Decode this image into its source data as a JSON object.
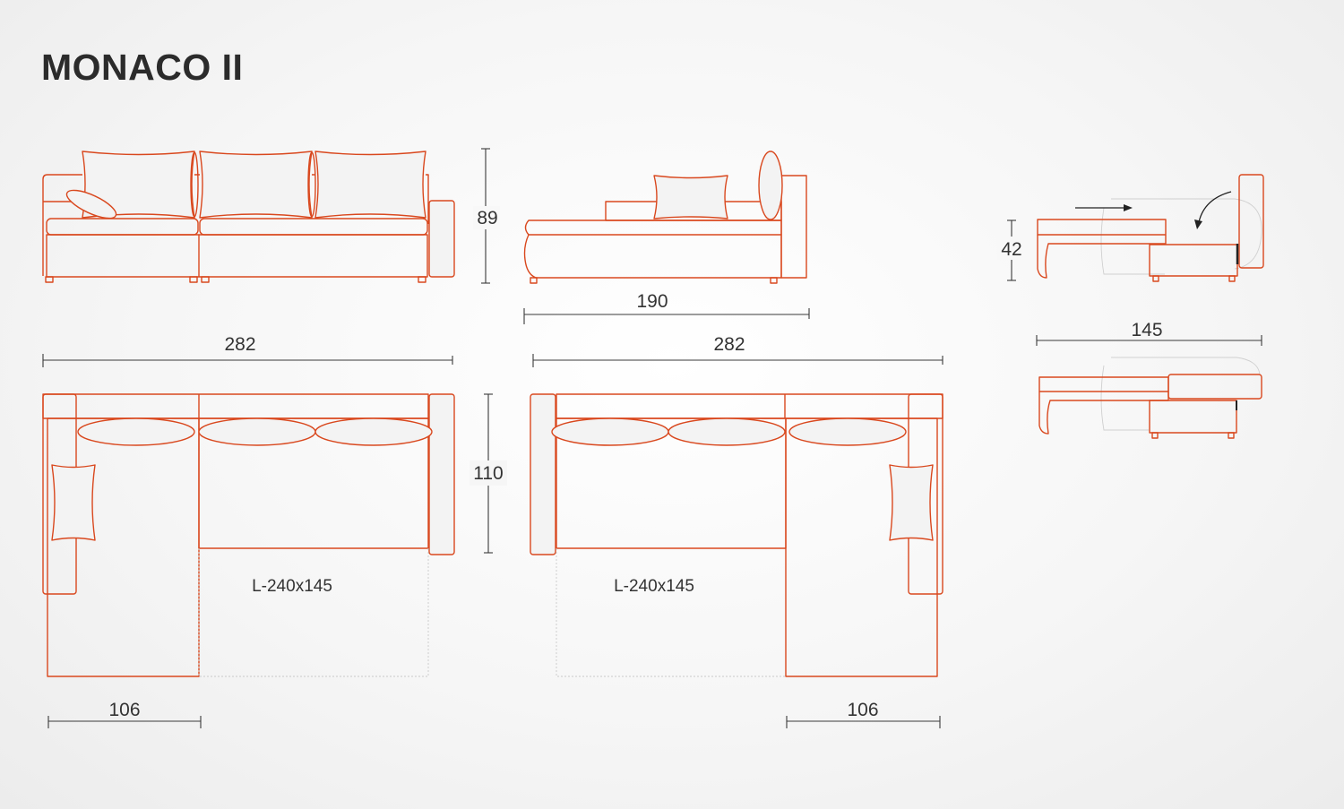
{
  "title": "MONACO II",
  "colors": {
    "outline": "#d9481e",
    "dimension": "#3a3a3a",
    "text": "#2b2b2b"
  },
  "dimensions": {
    "front_height": "89",
    "side_depth": "190",
    "top_left_width": "282",
    "top_right_width": "282",
    "top_depth": "110",
    "seat_height": "42",
    "sleep_length": "145",
    "chaise_left_width": "106",
    "chaise_right_width": "106"
  },
  "labels": {
    "layout_left": "L-240x145",
    "layout_right": "L-240x145"
  }
}
